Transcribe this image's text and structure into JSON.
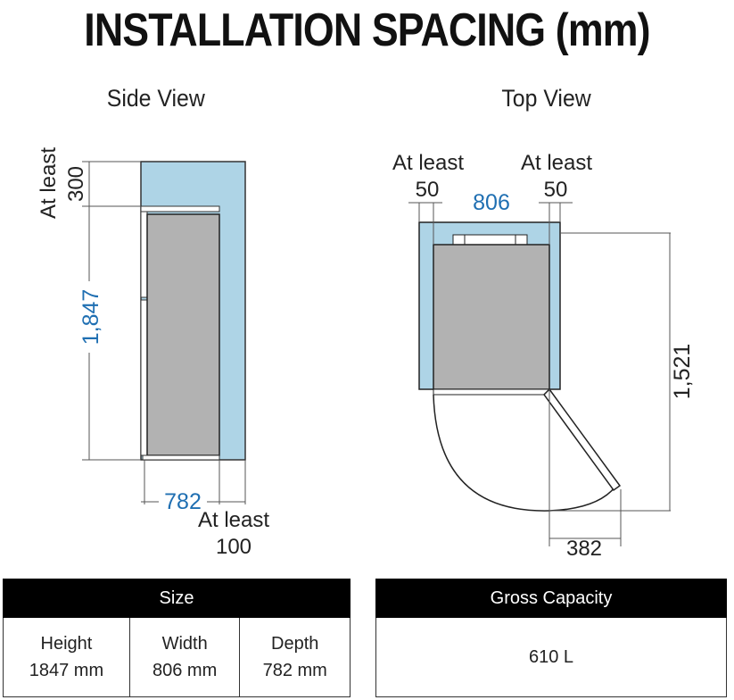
{
  "title": "INSTALLATION SPACING (mm)",
  "side_view": {
    "label": "Side View",
    "top_clearance_label": "At least",
    "top_clearance": "300",
    "height": "1,847",
    "depth": "782",
    "back_clearance_label": "At least",
    "back_clearance": "100"
  },
  "top_view": {
    "label": "Top View",
    "left_clearance_label": "At least",
    "left_clearance": "50",
    "right_clearance_label": "At least",
    "right_clearance": "50",
    "width": "806",
    "open_depth": "1,521",
    "door_swing": "382"
  },
  "size_table": {
    "header": "Size",
    "cells": [
      {
        "label": "Height",
        "value": "1847 mm"
      },
      {
        "label": "Width",
        "value": "806 mm"
      },
      {
        "label": "Depth",
        "value": "782 mm"
      }
    ]
  },
  "capacity_table": {
    "header": "Gross Capacity",
    "value": "610 L"
  },
  "colors": {
    "clearance": "#aed4e6",
    "body": "#b2b2b2",
    "dimension_blue": "#1f6fb2"
  }
}
